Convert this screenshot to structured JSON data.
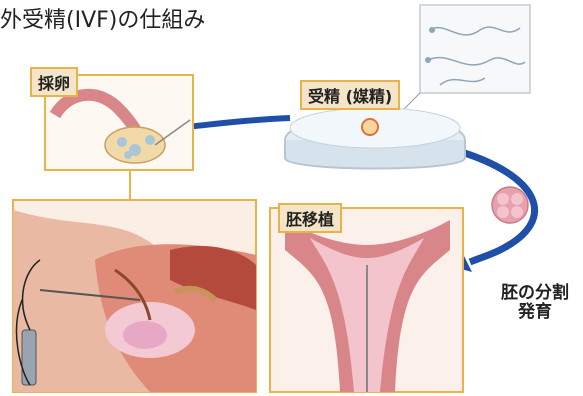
{
  "title": "外受精(IVF)の仕組み",
  "labels": {
    "egg_retrieval": "採卵",
    "fertilization": "受精 (媒精)",
    "embryo_transfer": "胚移植",
    "embryo_division_line1": "胚の分割",
    "embryo_division_line2": "発育"
  },
  "colors": {
    "arrow": "#1f4fa8",
    "frame": "#e8b44a",
    "label_bg": "#f4e4c8",
    "tissue": "#d9868a"
  }
}
